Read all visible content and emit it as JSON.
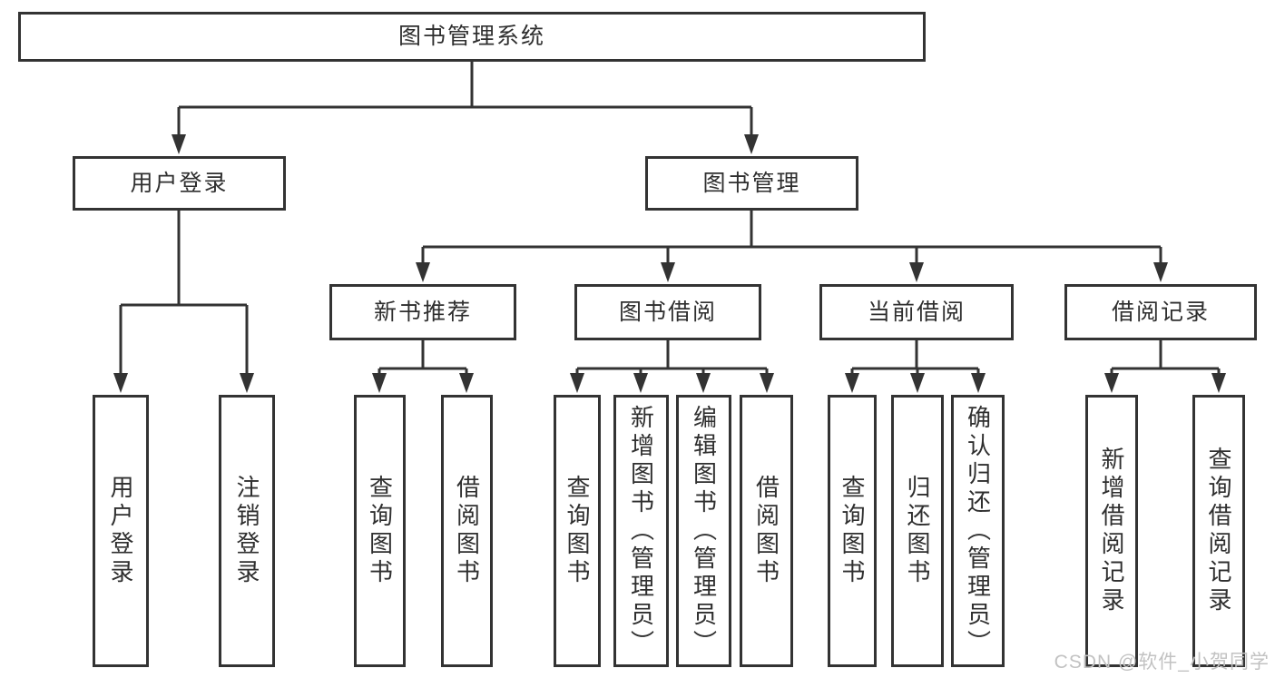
{
  "diagram": {
    "root": "图书管理系统",
    "level2": [
      "用户登录",
      "图书管理"
    ],
    "level3": [
      "新书推荐",
      "图书借阅",
      "当前借阅",
      "借阅记录"
    ],
    "leaves": [
      "用户登录",
      "注销登录",
      "查询图书",
      "借阅图书",
      "查询图书",
      "新增图书（管理员）",
      "编辑图书（管理员）",
      "借阅图书",
      "查询图书",
      "归还图书",
      "确认归还（管理员）",
      "新增借阅记录",
      "查询借阅记录"
    ]
  },
  "watermark": {
    "text": "CSDN @软件_小贺同学"
  },
  "colors": {
    "line": "#333333",
    "box_border": "#333333",
    "text": "#2f2f2f",
    "watermark": "#c2c2c2",
    "background": "#ffffff"
  }
}
